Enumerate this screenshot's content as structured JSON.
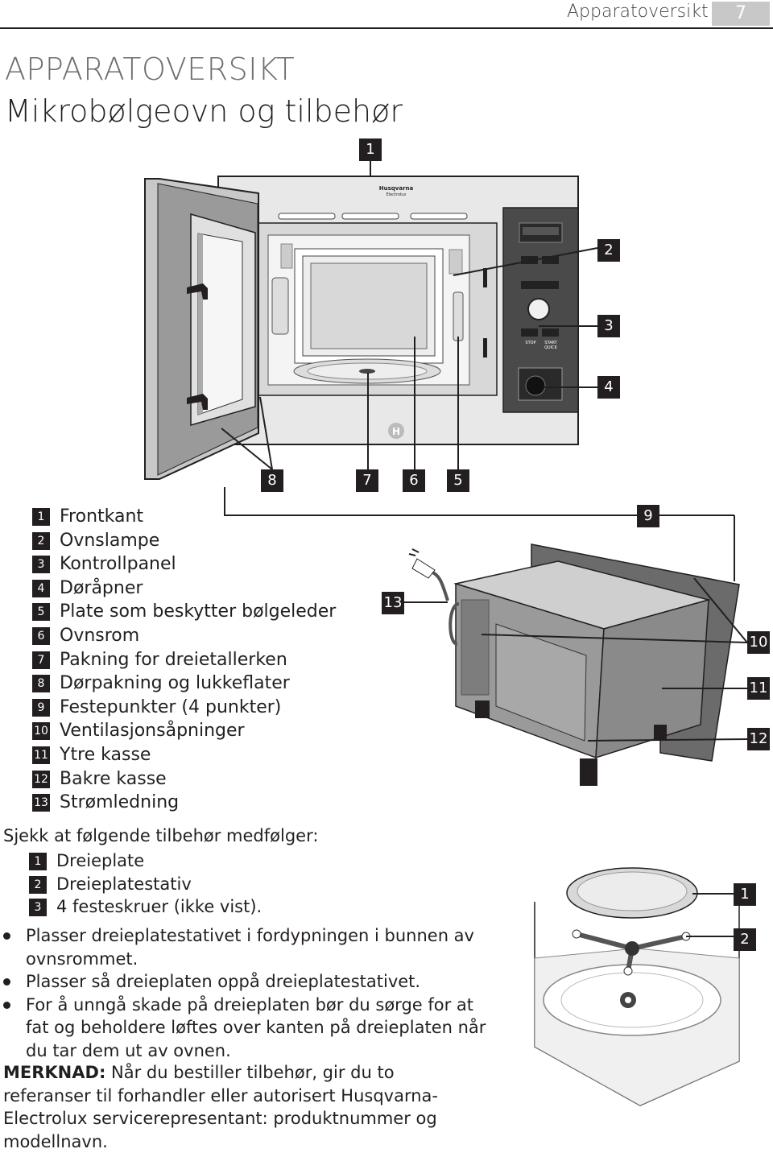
{
  "header": {
    "section": "Apparatoversikt",
    "page": "7"
  },
  "title": "APPARATOVERSIKT",
  "subtitle": "Mikrobølgeovn og tilbehør",
  "brand": {
    "name": "Husqvarna",
    "sub": "Electrolux"
  },
  "panel": {
    "stop": "STOP",
    "start": "START",
    "quick": "QUICK"
  },
  "callouts": {
    "c1": "1",
    "c2": "2",
    "c3": "3",
    "c4": "4",
    "c5": "5",
    "c6": "6",
    "c7": "7",
    "c8": "8",
    "c9": "9",
    "c10": "10",
    "c11": "11",
    "c12": "12",
    "c13": "13"
  },
  "legend": [
    {
      "n": "1",
      "label": "Frontkant"
    },
    {
      "n": "2",
      "label": "Ovnslampe"
    },
    {
      "n": "3",
      "label": "Kontrollpanel"
    },
    {
      "n": "4",
      "label": "Døråpner"
    },
    {
      "n": "5",
      "label": "Plate som beskytter bølgeleder"
    },
    {
      "n": "6",
      "label": "Ovnsrom"
    },
    {
      "n": "7",
      "label": "Pakning for dreietallerken"
    },
    {
      "n": "8",
      "label": "Dørpakning og lukkeflater"
    },
    {
      "n": "9",
      "label": "Festepunkter (4 punkter)"
    },
    {
      "n": "10",
      "label": "Ventilasjonsåpninger"
    },
    {
      "n": "11",
      "label": "Ytre kasse"
    },
    {
      "n": "12",
      "label": "Bakre kasse"
    },
    {
      "n": "13",
      "label": "Strømledning"
    }
  ],
  "check_title": "Sjekk at følgende tilbehør medfølger:",
  "accessories": [
    {
      "n": "1",
      "label": "Dreieplate"
    },
    {
      "n": "2",
      "label": "Dreieplatestativ"
    },
    {
      "n": "3",
      "label": "4 festeskruer (ikke vist)."
    }
  ],
  "acc_callouts": {
    "a1": "1",
    "a2": "2"
  },
  "bullets": [
    "Plasser dreieplatestativet i fordypningen i bunnen av ovnsrommet.",
    "Plasser så dreieplaten oppå dreieplatestativet.",
    "For å unngå skade på dreieplaten bør du sørge for at fat og beholdere løftes over kanten på dreieplaten når du tar dem ut av ovnen."
  ],
  "note": {
    "label": "MERKNAD:",
    "text": " Når du bestiller tilbehør, gir du to referanser til forhandler eller autorisert Husqvarna-Electrolux servicerepresentant: produktnummer og modellnavn."
  }
}
